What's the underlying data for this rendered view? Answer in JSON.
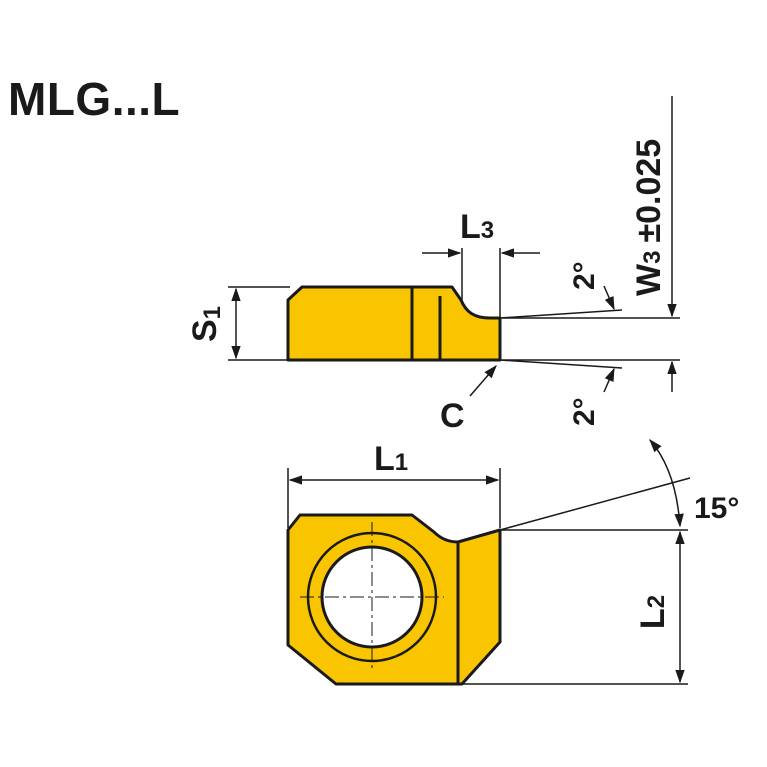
{
  "title": "MLG...L",
  "colors": {
    "insert_fill": "#f9c400",
    "outline": "#1a1a1a",
    "line": "#1a1a1a"
  },
  "labels": {
    "l3": {
      "main": "L",
      "sub": "3"
    },
    "w3": {
      "main": "W",
      "sub": "3",
      "tol": "±0.025"
    },
    "s1": {
      "main": "S",
      "sub": "1"
    },
    "c": "C",
    "angle_top": "2°",
    "angle_bottom": "2°",
    "l1": {
      "main": "L",
      "sub": "1"
    },
    "l2": {
      "main": "L",
      "sub": "2"
    },
    "angle_15": "15°"
  }
}
